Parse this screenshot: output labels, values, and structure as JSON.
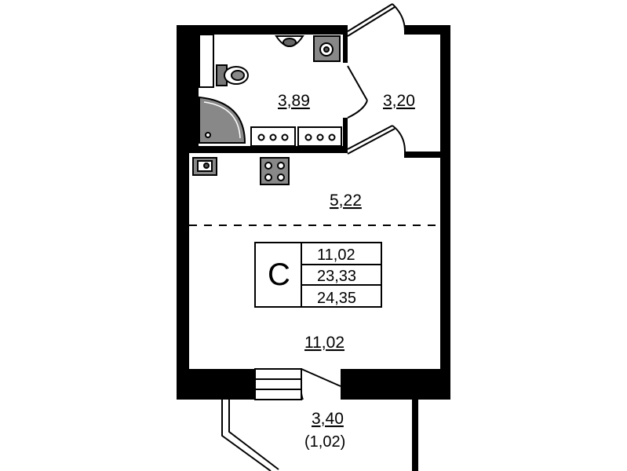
{
  "rooms": {
    "bathroom": "3,89",
    "hallway": "3,20",
    "kitchen_zone": "5,22",
    "living_zone": "11,02",
    "balcony": "3,40",
    "balcony_reduced": "(1,02)"
  },
  "legend": {
    "type_letter": "С",
    "living_area": "11,02",
    "total_area": "23,33",
    "total_area_with_balcony": "24,35"
  },
  "colors": {
    "wall": "#000000",
    "fixture": "#8a8a8a",
    "fixture_dark": "#555555",
    "background": "#ffffff"
  }
}
